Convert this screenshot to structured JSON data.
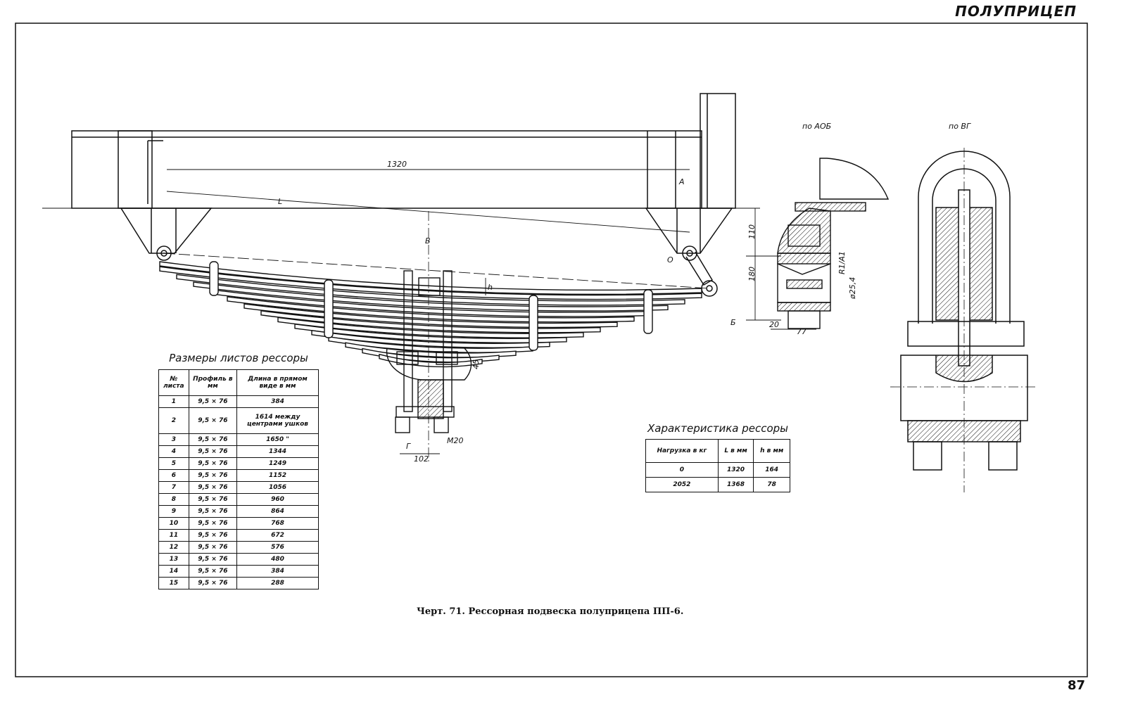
{
  "header": {
    "title": "ПОЛУПРИЦЕП",
    "page_number": "87"
  },
  "caption": "Черт. 71. Рессорная подвеска полуприцепа ПП-6.",
  "drawing": {
    "dim_1320": "1320",
    "label_L": "L",
    "label_A": "A",
    "label_B": "B",
    "label_O": "O",
    "label_Be": "Б",
    "label_h": "h",
    "dim_45": "45",
    "label_G": "Г",
    "dim_M20": "M20",
    "dim_102": "102",
    "dim_110": "110",
    "dim_180": "180",
    "dim_d254": "ø25,4",
    "label_R1": "R1/A1",
    "dim_20": "20",
    "dim_77": "77",
    "view_AOB": "по АОБ",
    "view_VG": "по ВГ"
  },
  "leaf_table": {
    "title": "Размеры листов рессоры",
    "headers": [
      "№ листа",
      "Профиль в мм",
      "Длина в прямом виде в мм"
    ],
    "rows": [
      {
        "n": "1",
        "profile": "9,5 × 76",
        "length": "384"
      },
      {
        "n": "2",
        "profile": "9,5 × 76",
        "length": "1614 между центрами ушков"
      },
      {
        "n": "3",
        "profile": "9,5 × 76",
        "length": "1650 \""
      },
      {
        "n": "4",
        "profile": "9,5 × 76",
        "length": "1344"
      },
      {
        "n": "5",
        "profile": "9,5 × 76",
        "length": "1249"
      },
      {
        "n": "6",
        "profile": "9,5 × 76",
        "length": "1152"
      },
      {
        "n": "7",
        "profile": "9,5 × 76",
        "length": "1056"
      },
      {
        "n": "8",
        "profile": "9,5 × 76",
        "length": "960"
      },
      {
        "n": "9",
        "profile": "9,5 × 76",
        "length": "864"
      },
      {
        "n": "10",
        "profile": "9,5 × 76",
        "length": "768"
      },
      {
        "n": "11",
        "profile": "9,5 × 76",
        "length": "672"
      },
      {
        "n": "12",
        "profile": "9,5 × 76",
        "length": "576"
      },
      {
        "n": "13",
        "profile": "9,5 × 76",
        "length": "480"
      },
      {
        "n": "14",
        "profile": "9,5 × 76",
        "length": "384"
      },
      {
        "n": "15",
        "profile": "9,5 × 76",
        "length": "288"
      }
    ]
  },
  "char_table": {
    "title": "Характеристика рессоры",
    "headers": [
      "Нагрузка в кг",
      "L в мм",
      "h в мм"
    ],
    "rows": [
      {
        "load": "0",
        "L": "1320",
        "h": "164"
      },
      {
        "load": "2052",
        "L": "1368",
        "h": "78"
      }
    ]
  }
}
